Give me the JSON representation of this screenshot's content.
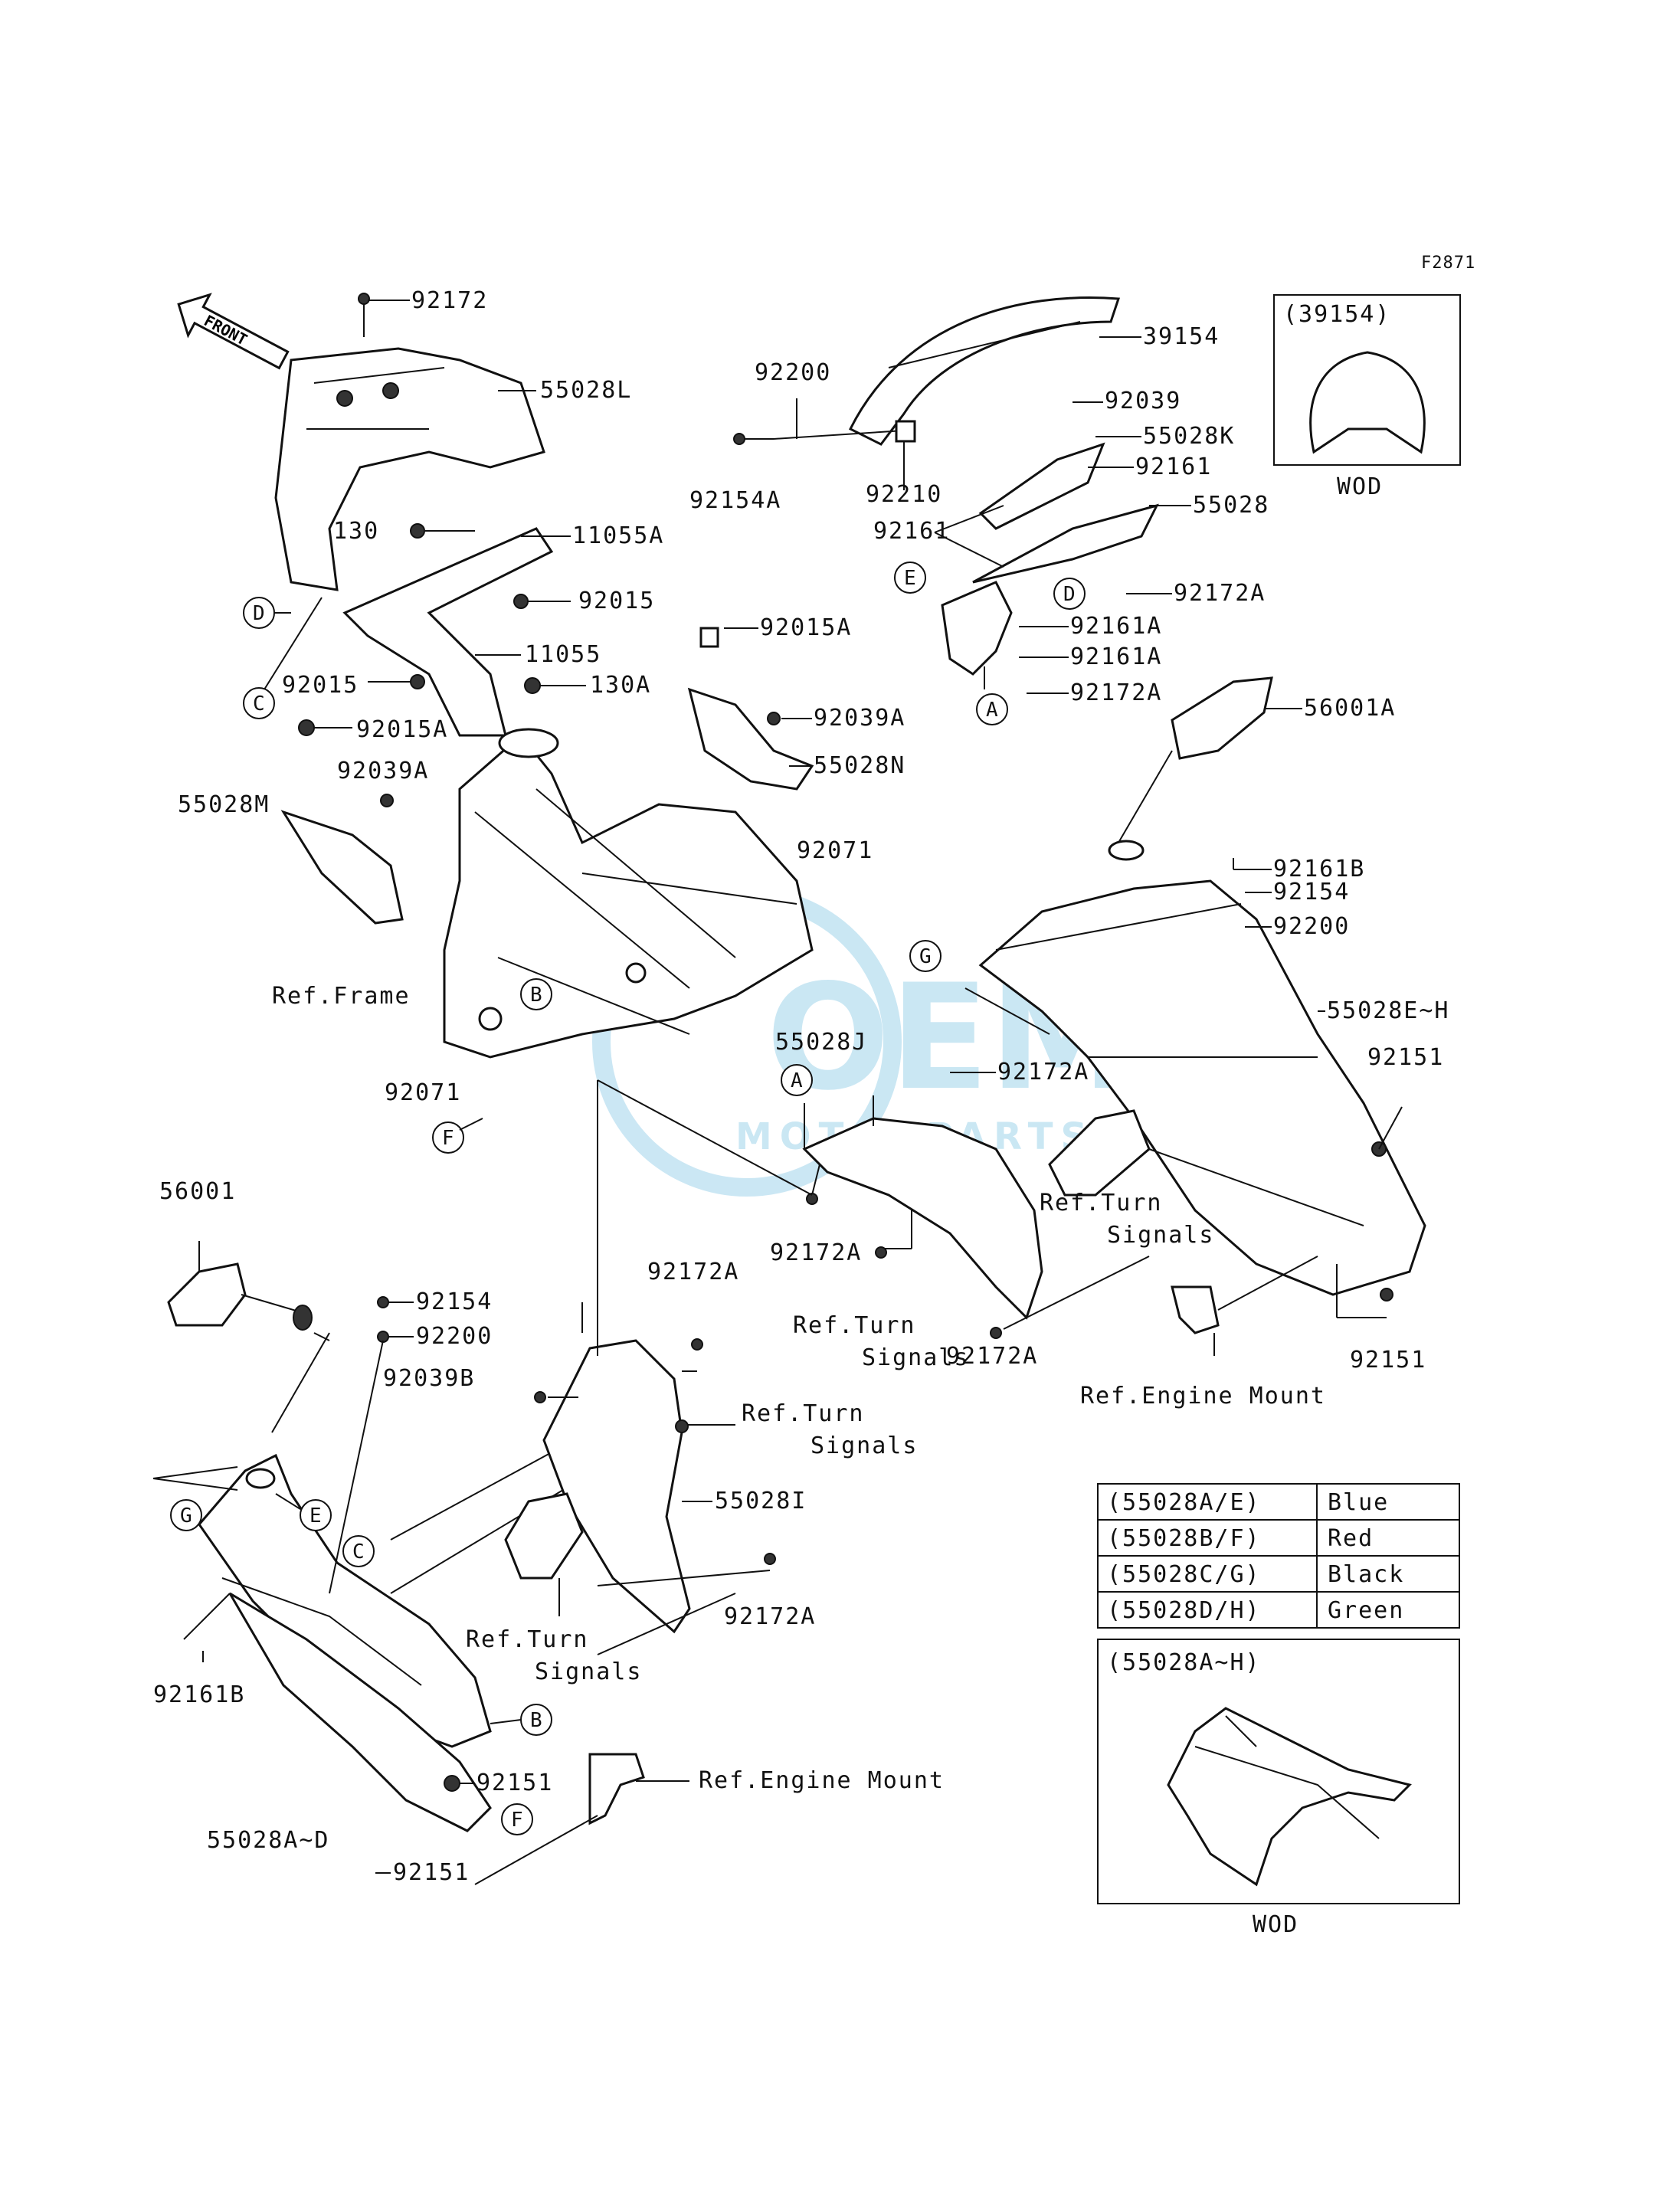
{
  "figure_code": "F2871",
  "front_label": "FRONT",
  "watermark": {
    "brand": "OEM",
    "sub": "MOTORPARTS"
  },
  "labels": {
    "l92172": "92172",
    "l55028L": "55028L",
    "l130": "130",
    "l11055A": "11055A",
    "l92015_top": "92015",
    "l11055": "11055",
    "l92015_left": "92015",
    "l130A": "130A",
    "l92015A_left": "92015A",
    "l92039A_left": "92039A",
    "l55028M": "55028M",
    "lRefFrame": "Ref.Frame",
    "l92071_top": "92071",
    "l92071_left": "92071",
    "l92200_top": "92200",
    "l92154A": "92154A",
    "l92210": "92210",
    "l92161_a": "92161",
    "l39154": "39154",
    "l92039_top": "92039",
    "l55028K": "55028K",
    "l92161_b": "92161",
    "l55028": "55028",
    "l92172A_a": "92172A",
    "l92161A_a": "92161A",
    "l92161A_b": "92161A",
    "l92172A_b": "92172A",
    "l92015A_mid": "92015A",
    "l92039A_mid": "92039A",
    "l55028N": "55028N",
    "l56001A": "56001A",
    "l92161B_right": "92161B",
    "l92154_right": "92154",
    "l92200_right": "92200",
    "l55028EH": "55028E~H",
    "l92151_a": "92151",
    "l55028J": "55028J",
    "l92172A_c": "92172A",
    "l92172A_d": "92172A",
    "l92172A_e": "92172A",
    "lRefTurn1_a": "Ref.Turn",
    "lRefTurn1_b": "Signals",
    "lRefTurn2_a": "Ref.Turn",
    "lRefTurn2_b": "Signals",
    "lRefEngine1": "Ref.Engine Mount",
    "l92151_b": "92151",
    "l56001": "56001",
    "l92154_left": "92154",
    "l92200_left": "92200",
    "l92172A_f": "92172A",
    "l92039B": "92039B",
    "lRefTurn3_a": "Ref.Turn",
    "lRefTurn3_b": "Signals",
    "l55028I": "55028I",
    "l92172A_g": "92172A",
    "lRefTurn4_a": "Ref.Turn",
    "lRefTurn4_b": "Signals",
    "l92161B_left": "92161B",
    "l92151_c": "92151",
    "lRefEngine2": "Ref.Engine Mount",
    "l55028AD": "55028A~D",
    "l92151_d": "92151"
  },
  "callouts": {
    "A": "A",
    "B": "B",
    "C": "C",
    "D": "D",
    "E": "E",
    "F": "F",
    "G": "G"
  },
  "inset_windshield": {
    "code": "(39154)",
    "caption": "WOD"
  },
  "inset_cowl": {
    "code": "(55028A~H)",
    "caption": "WOD"
  },
  "color_table": [
    {
      "code": "(55028A/E)",
      "color": "Blue"
    },
    {
      "code": "(55028B/F)",
      "color": "Red"
    },
    {
      "code": "(55028C/G)",
      "color": "Black"
    },
    {
      "code": "(55028D/H)",
      "color": "Green"
    }
  ]
}
